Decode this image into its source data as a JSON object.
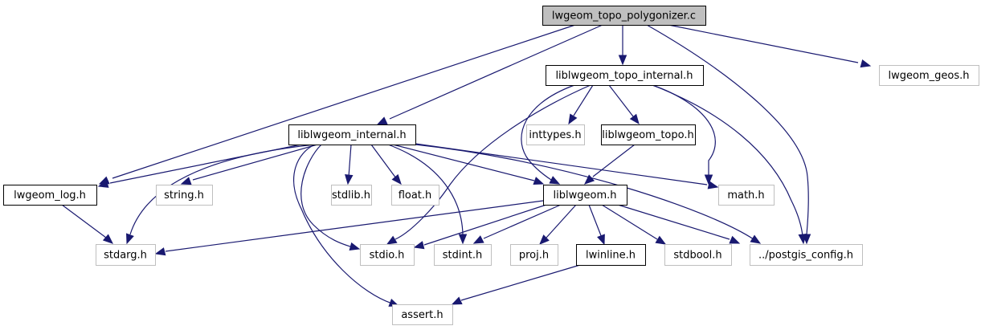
{
  "graph": {
    "title": "lwgeom_topo_polygonizer.c",
    "type": "include-dependency-graph",
    "colors": {
      "edge": "#191970",
      "root_fill": "#bfbfbf",
      "documented_border": "#000000",
      "external_border": "#bfbfbf",
      "node_fill": "#ffffff"
    },
    "nodes": [
      {
        "id": "root",
        "label": "lwgeom_topo_polygonizer.c",
        "kind": "root"
      },
      {
        "id": "topo_internal",
        "label": "liblwgeom_topo_internal.h",
        "kind": "documented"
      },
      {
        "id": "geos",
        "label": "lwgeom_geos.h",
        "kind": "external"
      },
      {
        "id": "internal",
        "label": "liblwgeom_internal.h",
        "kind": "documented"
      },
      {
        "id": "inttypes",
        "label": "inttypes.h",
        "kind": "external"
      },
      {
        "id": "topo",
        "label": "liblwgeom_topo.h",
        "kind": "documented"
      },
      {
        "id": "log",
        "label": "lwgeom_log.h",
        "kind": "documented"
      },
      {
        "id": "string",
        "label": "string.h",
        "kind": "external"
      },
      {
        "id": "stdlib",
        "label": "stdlib.h",
        "kind": "external"
      },
      {
        "id": "float",
        "label": "float.h",
        "kind": "external"
      },
      {
        "id": "liblwgeom",
        "label": "liblwgeom.h",
        "kind": "documented"
      },
      {
        "id": "math",
        "label": "math.h",
        "kind": "external"
      },
      {
        "id": "stdarg",
        "label": "stdarg.h",
        "kind": "external"
      },
      {
        "id": "stdio",
        "label": "stdio.h",
        "kind": "external"
      },
      {
        "id": "stdint",
        "label": "stdint.h",
        "kind": "external"
      },
      {
        "id": "proj",
        "label": "proj.h",
        "kind": "external"
      },
      {
        "id": "lwinline",
        "label": "lwinline.h",
        "kind": "documented"
      },
      {
        "id": "stdbool",
        "label": "stdbool.h",
        "kind": "external"
      },
      {
        "id": "postgis_config",
        "label": "../postgis_config.h",
        "kind": "external"
      },
      {
        "id": "assert",
        "label": "assert.h",
        "kind": "external"
      }
    ],
    "edges": [
      {
        "from": "root",
        "to": "log"
      },
      {
        "from": "root",
        "to": "internal"
      },
      {
        "from": "root",
        "to": "topo_internal"
      },
      {
        "from": "root",
        "to": "postgis_config"
      },
      {
        "from": "root",
        "to": "geos"
      },
      {
        "from": "topo_internal",
        "to": "stdio"
      },
      {
        "from": "topo_internal",
        "to": "liblwgeom"
      },
      {
        "from": "topo_internal",
        "to": "inttypes"
      },
      {
        "from": "topo_internal",
        "to": "topo"
      },
      {
        "from": "topo_internal",
        "to": "math"
      },
      {
        "from": "topo_internal",
        "to": "postgis_config"
      },
      {
        "from": "topo",
        "to": "liblwgeom"
      },
      {
        "from": "internal",
        "to": "stdarg"
      },
      {
        "from": "internal",
        "to": "log"
      },
      {
        "from": "internal",
        "to": "string"
      },
      {
        "from": "internal",
        "to": "assert"
      },
      {
        "from": "internal",
        "to": "stdio"
      },
      {
        "from": "internal",
        "to": "stdlib"
      },
      {
        "from": "internal",
        "to": "float"
      },
      {
        "from": "internal",
        "to": "stdint"
      },
      {
        "from": "internal",
        "to": "liblwgeom"
      },
      {
        "from": "internal",
        "to": "math"
      },
      {
        "from": "internal",
        "to": "postgis_config"
      },
      {
        "from": "log",
        "to": "stdarg"
      },
      {
        "from": "liblwgeom",
        "to": "stdarg"
      },
      {
        "from": "liblwgeom",
        "to": "stdio"
      },
      {
        "from": "liblwgeom",
        "to": "stdint"
      },
      {
        "from": "liblwgeom",
        "to": "proj"
      },
      {
        "from": "liblwgeom",
        "to": "lwinline"
      },
      {
        "from": "liblwgeom",
        "to": "stdbool"
      },
      {
        "from": "liblwgeom",
        "to": "postgis_config"
      },
      {
        "from": "lwinline",
        "to": "assert"
      }
    ]
  }
}
